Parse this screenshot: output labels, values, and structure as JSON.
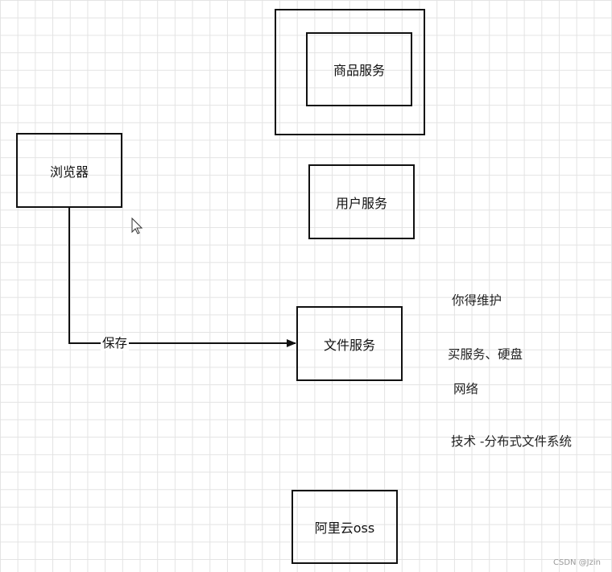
{
  "nodes": {
    "browser": "浏览器",
    "goods_service": "商品服务",
    "user_service": "用户服务",
    "file_service": "文件服务",
    "aliyun_oss": "阿里云oss"
  },
  "edge_label": "保存",
  "notes": {
    "maintain": "你得维护",
    "buy_service_disk": "买服务、硬盘",
    "network": "网络",
    "tech_dfs": "技术 -分布式文件系统"
  },
  "watermark": "CSDN @Jzin"
}
